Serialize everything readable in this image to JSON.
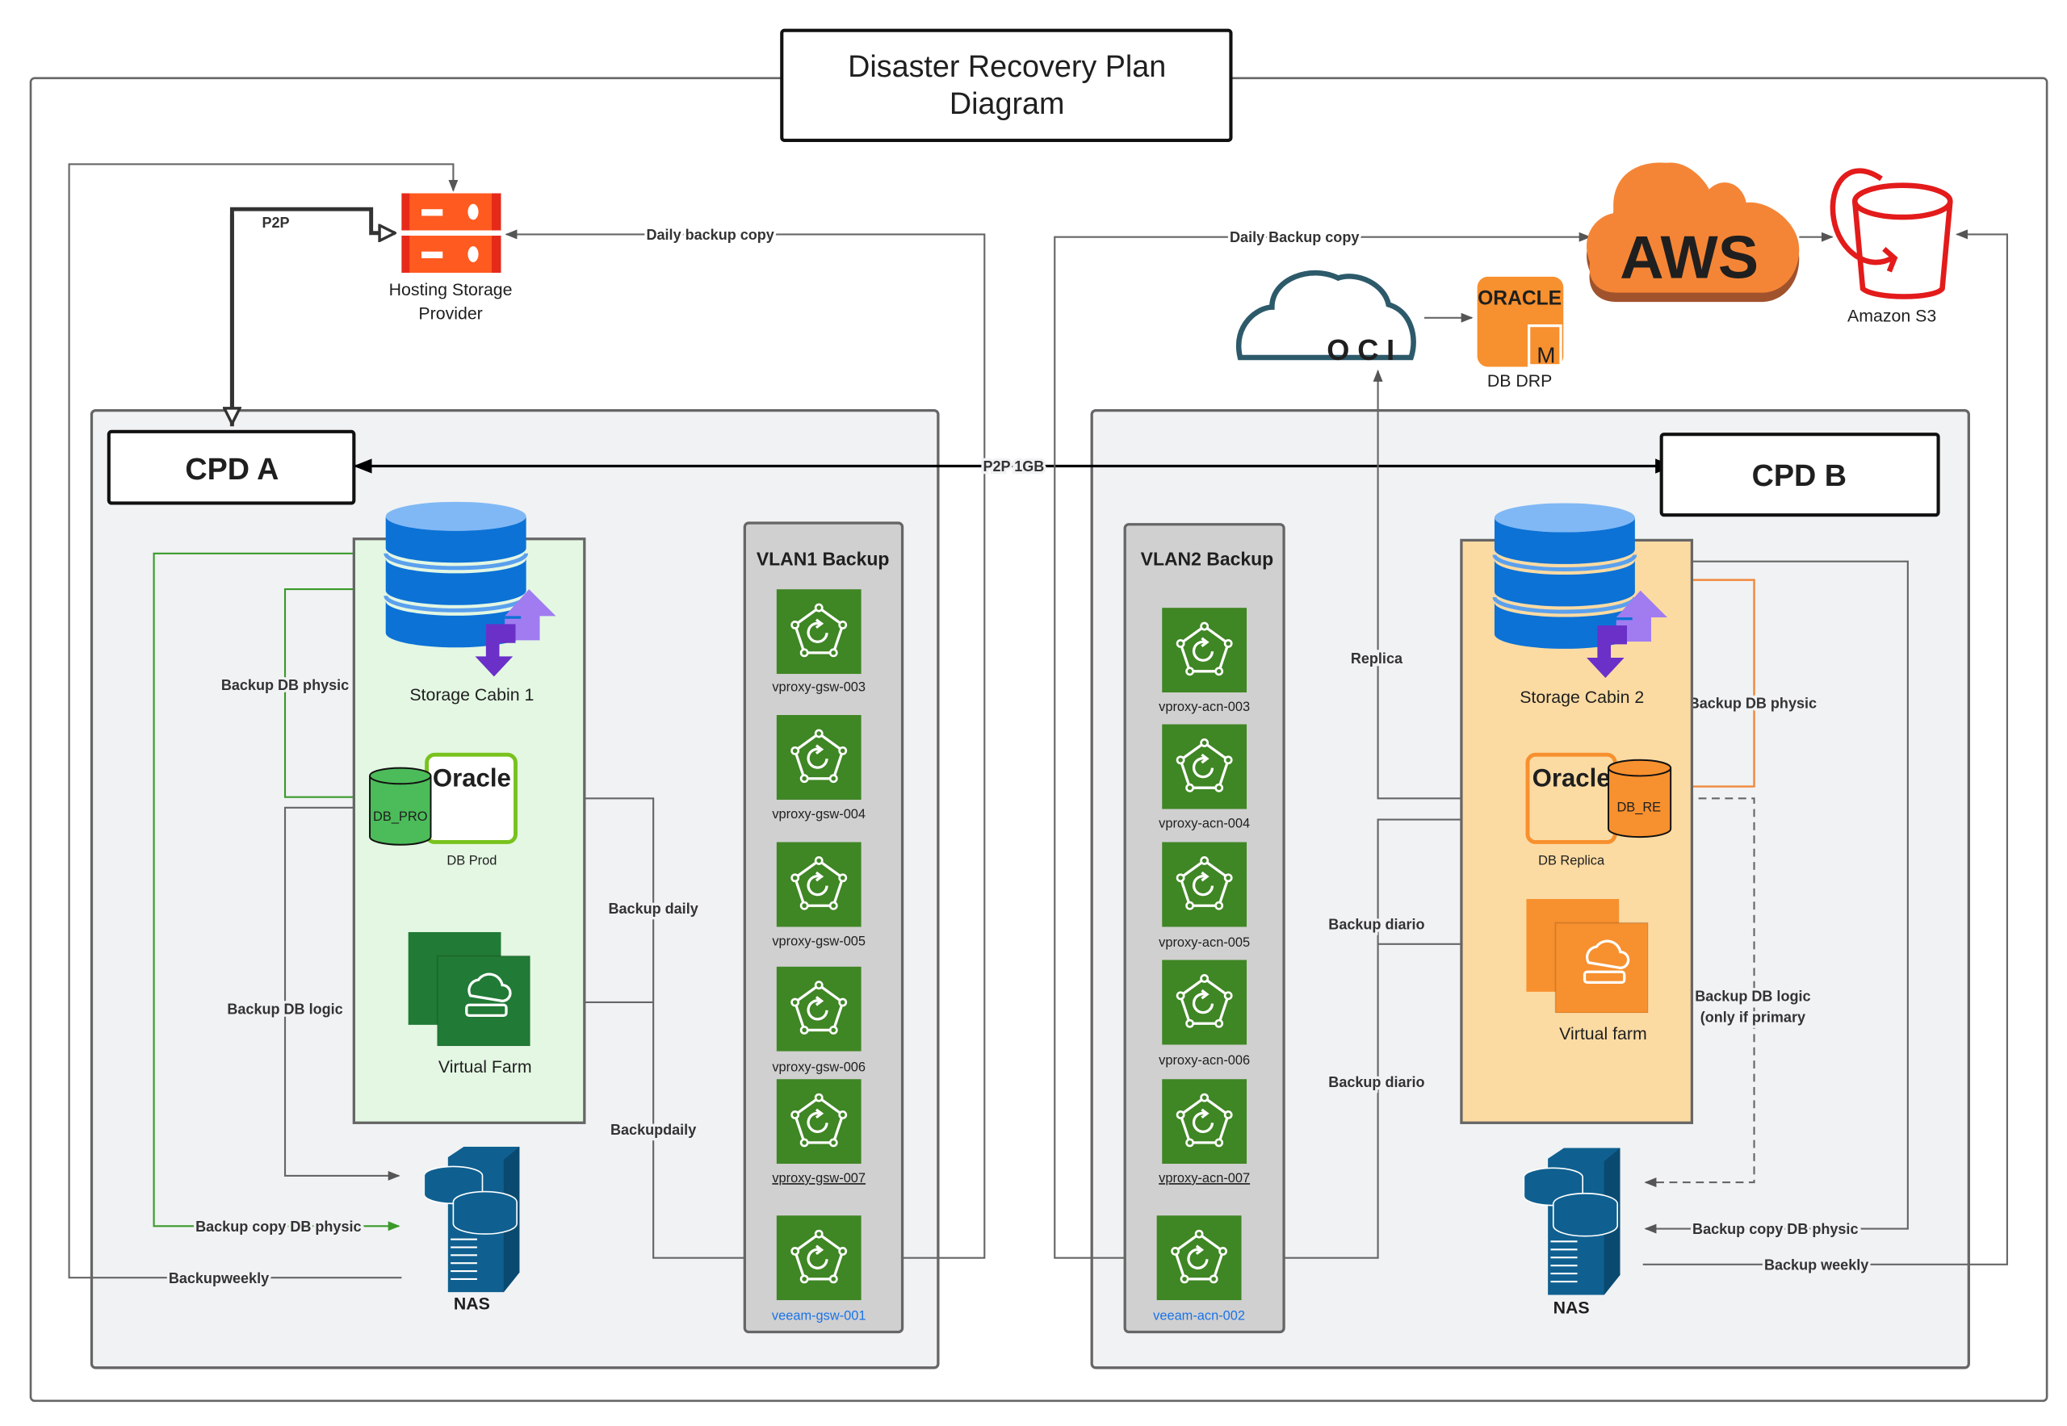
{
  "title": {
    "line1": "Disaster Recovery Plan",
    "line2": "Diagram"
  },
  "colors": {
    "green_proxy": "#3f8624",
    "storage_blue": "#0c72d6",
    "aws_orange": "#f58536",
    "nas_blue": "#0f6090",
    "nas_label": "#e02020",
    "cabin1_bg": "#e3f7e3",
    "cabin2_bg": "#fcdba3",
    "backup_link": "#1a73e8",
    "green_link": "#3a9a2a",
    "orange_link": "#f08a3c"
  },
  "cpd_a": {
    "label": "CPD A",
    "hosting": {
      "line1": "Hosting Storage",
      "line2": "Provider"
    },
    "p2p": "P2P",
    "storage": "Storage Cabin 1",
    "oracle_text": "Oracle",
    "db_cyl": "DB_PRO",
    "db_label": "DB Prod",
    "farm": "Virtual Farm",
    "nas": "NAS",
    "edges": {
      "daily_copy": "Daily backup copy",
      "physic": "Backup DB physic",
      "logic": "Backup DB logic",
      "daily1": "Backup daily",
      "daily2": "Backupdaily",
      "copy_physic": "Backup copy DB physic",
      "weekly": "Backupweekly"
    },
    "vlan": {
      "title": "VLAN1 Backup",
      "proxies": [
        "vproxy-gsw-003",
        "vproxy-gsw-004",
        "vproxy-gsw-005",
        "vproxy-gsw-006",
        "vproxy-gsw-007"
      ],
      "veeam": "veeam-gsw-001"
    }
  },
  "link_p2p": "P2P 1GB",
  "cpd_b": {
    "label": "CPD B",
    "storage": "Storage Cabin 2",
    "oracle_text": "Oracle",
    "db_cyl": "DB_RE",
    "db_label": "DB Replica",
    "farm": "Virtual farm",
    "nas": "NAS",
    "oci": "OCI",
    "oracle_logo": "ORACLE",
    "db_drp": "DB DRP",
    "aws": "AWS",
    "s3": "Amazon S3",
    "edges": {
      "daily_copy": "Daily Backup copy",
      "replica": "Replica",
      "diario1": "Backup diario",
      "diario2": "Backup diario",
      "physic": "Backup DB physic",
      "logic1": "Backup DB logic",
      "logic2": "(only if primary",
      "copy_physic": "Backup copy DB physic",
      "weekly": "Backup weekly"
    },
    "vlan": {
      "title": "VLAN2 Backup",
      "proxies": [
        "vproxy-acn-003",
        "vproxy-acn-004",
        "vproxy-acn-005",
        "vproxy-acn-006",
        "vproxy-acn-007"
      ],
      "veeam": "veeam-acn-002"
    }
  }
}
